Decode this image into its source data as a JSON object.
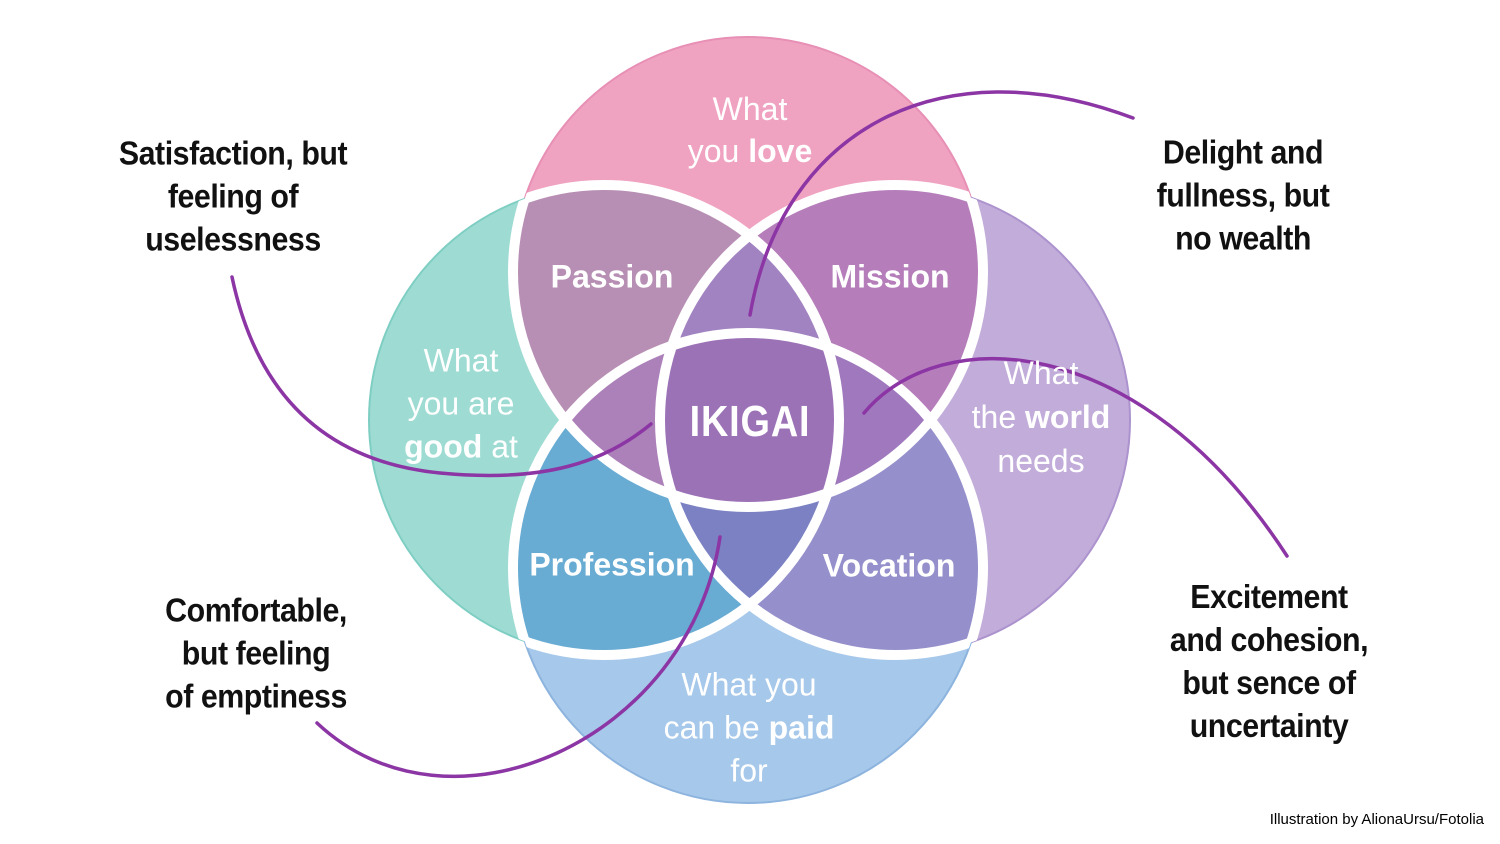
{
  "title": "IKIGAI venn diagram",
  "center_label": "IKIGAI",
  "circles": {
    "top": {
      "line1": "What",
      "line2_pre": "you ",
      "line2_bold": "love"
    },
    "left": {
      "line1": "What",
      "line2": "you are",
      "line3_bold": "good",
      "line3_post": " at"
    },
    "right": {
      "line1": "What",
      "line2_pre": "the ",
      "line2_bold": "world",
      "line3": "needs"
    },
    "bottom": {
      "line1": "What you",
      "line2_pre": "can be ",
      "line2_bold": "paid",
      "line3": "for"
    }
  },
  "overlaps": {
    "passion": "Passion",
    "mission": "Mission",
    "profession": "Profession",
    "vocation": "Vocation"
  },
  "annotations": {
    "top_left": {
      "lines": [
        "Satisfaction, but",
        "feeling of",
        "uselessness"
      ]
    },
    "top_right": {
      "lines": [
        "Delight and",
        "fullness, but",
        "no wealth"
      ]
    },
    "bottom_left": {
      "lines": [
        "Comfortable,",
        "but feeling",
        "of emptiness"
      ]
    },
    "bottom_right": {
      "lines": [
        "Excitement",
        "and cohesion,",
        "but sence of",
        "uncertainty"
      ]
    }
  },
  "attribution": "Illustration by AlionaUrsu/Fotolia",
  "colors": {
    "background": "#FFFFFF",
    "circle_top": "#F0A3C1",
    "rim_top": "#E78FB5",
    "circle_left": "#9EDCD3",
    "rim_left": "#7FCEC3",
    "circle_right": "#C2ACDA",
    "rim_right": "#AC93CE",
    "circle_bottom": "#A6C8EA",
    "rim_bottom": "#8DB4DE",
    "passion": "#B88FB4",
    "mission": "#B57EBB",
    "profession": "#68ABD3",
    "vocation": "#9590CB",
    "wedge_top": "#A283C2",
    "wedge_left": "#AC80B9",
    "wedge_right": "#A078BE",
    "wedge_bottom": "#7B81C3",
    "center": "#9C72B7",
    "separator": "#FFFFFF",
    "curve": "#8C35A4",
    "annotation_text": "#111111",
    "label_text": "#FFFFFF"
  }
}
